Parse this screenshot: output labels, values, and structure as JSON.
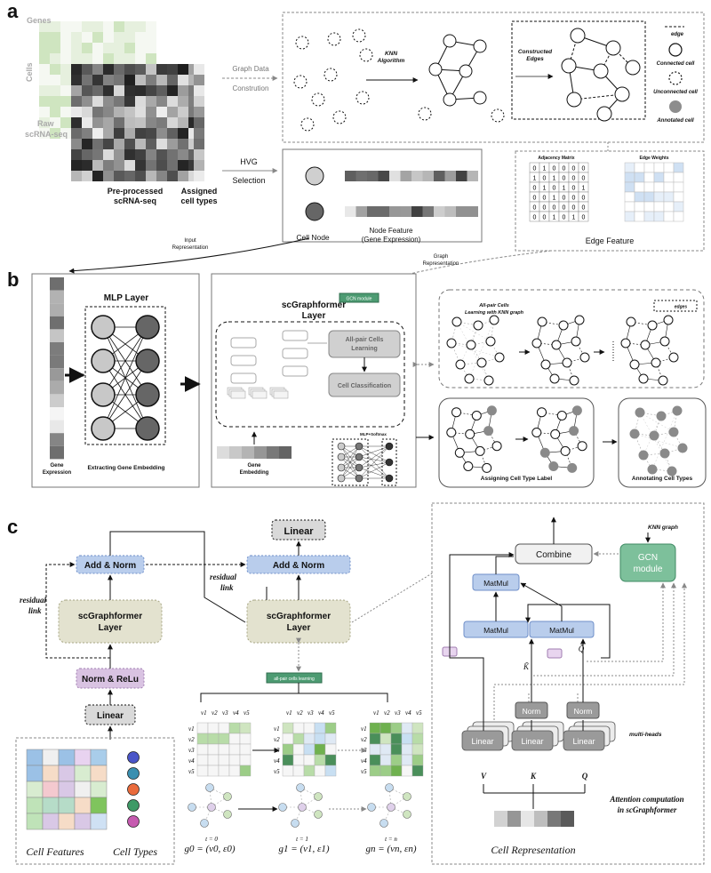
{
  "panel_letters": {
    "a": "a",
    "b": "b",
    "c": "c"
  },
  "panel_a": {
    "genes": "Genes",
    "cells": "Cells",
    "raw": [
      "Raw",
      "scRNA-seq"
    ],
    "preprocessed": [
      "Pre-processed",
      "scRNA-seq"
    ],
    "assigned": [
      "Assigned",
      "cell types"
    ],
    "graph_data": [
      "Graph Data",
      "Constrution"
    ],
    "knn": [
      "KNN",
      "Algorithm"
    ],
    "constructed": [
      "Constructed",
      "Edges"
    ],
    "legend": {
      "edge": "edge",
      "connected": "Connected cell",
      "unconnected": "Unconnected cell",
      "annotated": "Annotated cell"
    },
    "hvg": [
      "HVG",
      "Selection"
    ],
    "cell_node": "Cell Node",
    "node_feature": [
      "Node Feature",
      "(Gene Expression)"
    ],
    "adjacency_title": "Adjacency Matrix",
    "adjacency": [
      [
        0,
        1,
        0,
        0,
        0,
        0
      ],
      [
        1,
        0,
        1,
        0,
        0,
        0
      ],
      [
        0,
        1,
        0,
        1,
        0,
        1
      ],
      [
        0,
        0,
        1,
        0,
        0,
        0
      ],
      [
        0,
        0,
        0,
        0,
        0,
        0
      ],
      [
        0,
        0,
        1,
        0,
        1,
        0
      ]
    ],
    "edge_weights": "Edge Weights",
    "edge_feature": "Edge Feature",
    "input_repr": [
      "Input",
      "Representation"
    ],
    "graph_repr": [
      "Graph",
      "Representation"
    ]
  },
  "panel_b": {
    "mlp_layer": "MLP Layer",
    "gene_expression": [
      "Gene",
      "Expression"
    ],
    "extracting": "Extracting Gene Embedding",
    "scgf_layer": [
      "scGraphformer",
      "Layer"
    ],
    "gcn_module": "GCN module",
    "all_pair": [
      "All-pair Cells",
      "Learning"
    ],
    "cell_class": "Cell Classification",
    "gene_embedding": [
      "Gene",
      "Embedding"
    ],
    "mlp_softmax": "MLP+Softmax",
    "all_pair_knn": [
      "All-pair Cells",
      "Learning with KNN graph"
    ],
    "edges": "edges",
    "assigning": "Assigning Cell Type Label",
    "annotating": "Annotating Cell Types"
  },
  "panel_c": {
    "linear": "Linear",
    "add_norm": "Add & Norm",
    "scgf": [
      "scGraphformer",
      "Layer"
    ],
    "norm_relu": "Norm & ReLu",
    "residual": [
      "residual",
      "link"
    ],
    "cell_features": "Cell Features",
    "cell_types": "Cell Types",
    "all_pair_small": "all-pair cells learning",
    "v_labels": [
      "v1",
      "v2",
      "v3",
      "v4",
      "v5"
    ],
    "time_labels": [
      "t = 0",
      "t = 1",
      "t = n"
    ],
    "g_labels": [
      "g0 = (ν0, ε0)",
      "g1 = (ν1, ε1)",
      "gn = (νn, εn)"
    ],
    "combine": "Combine",
    "matmul": "MatMul",
    "norm": "Norm",
    "knn_graph": "KNN graph",
    "gcn": [
      "GCN",
      "module"
    ],
    "k_tilde": "K̃",
    "q_tilde": "Q̃",
    "multi_heads": "multi-heads",
    "vkq": [
      "V",
      "K",
      "Q"
    ],
    "attention": [
      "Attention computation",
      "in scGraphformer"
    ],
    "cell_repr": "Cell Representation"
  },
  "colors": {
    "blue": "#b9cdec",
    "blue_stroke": "#6f8fc9",
    "olive": "#e3e2cf",
    "olive_stroke": "#a7a684",
    "purple": "#d9c3e2",
    "purple_stroke": "#a07db0",
    "green": "#7dc09b",
    "green_stroke": "#3f8a63",
    "gray": "#8a8a8a",
    "lightgray": "#d9d9d9"
  }
}
